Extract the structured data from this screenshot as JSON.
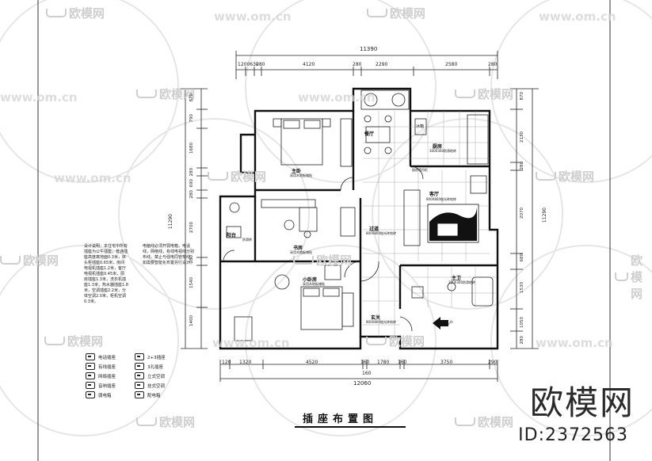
{
  "watermark": {
    "brand": "欧模网",
    "url": "www.om.cn"
  },
  "brand": {
    "logo": "欧模网",
    "id": "ID:2372563"
  },
  "plan_title": "插座布置图",
  "dimensions": {
    "top_total": "11390",
    "top": [
      "1200",
      "630",
      "280",
      "4120",
      "280",
      "2290",
      "2580",
      "280"
    ],
    "bottom_total": "12060",
    "bottom": [
      "120",
      "1320",
      "4520",
      "160",
      "1780",
      "160",
      "3750",
      "290"
    ],
    "bottom_sub": "160",
    "left_total": "11290",
    "left": [
      "870",
      "790",
      "1680",
      "280",
      "690",
      "280",
      "2700",
      "280",
      "1540",
      "1400"
    ],
    "right_total": "11290",
    "right": [
      "870",
      "2130",
      "280",
      "2070",
      "680",
      "1530",
      "1050",
      "280"
    ]
  },
  "rooms": {
    "master": "主卧",
    "master_note": "采用木地板铺贴",
    "dining": "餐厅",
    "kitchen": "厨房",
    "kitchen_note": "300X300防滑地砖",
    "fridge": "冰箱",
    "cabinet_note": "厨房墙吊柜",
    "living": "客厅",
    "living_note": "800X800抛光砖地砖",
    "aisle": "过道",
    "aisle_note": "800X800抛光砖地砖",
    "balcony": "阳台",
    "balcony_note": "防滑砖",
    "study": "书房",
    "study_note": "采用木地板铺贴",
    "second": "小卧房",
    "second_note": "采用木地板铺贴",
    "bath": "主卫",
    "bath_note": "300X300防滑地砖",
    "foyer": "玄关",
    "foyer_note": "800X800抛光砖地砖",
    "entry": "入户"
  },
  "notes": {
    "left": "设计说明：本住宅中所有插座为公牛插座，普通插座高度离地面0.3米，床头柜插座0.65米，房间电视机插座1.2米，客厅电视机插座0.45米，厨房插座1.3米，洗衣机插座1.3米，热水器插座1.8米，空调插座2.2米，分体空调2.0米，柜机空调0.3米。",
    "right": "电脑线必须开弱电箱，电话线，网络线，有线电视线分别布线，禁止与强电同管穿线，如需要智能化布置另行设计。"
  },
  "legend": [
    {
      "sym": "电话插座",
      "label": "电话插座"
    },
    {
      "sym": "2+3插座",
      "label": "2+3插座"
    },
    {
      "sym": "有线插座",
      "label": "有线插座"
    },
    {
      "sym": "3孔插座",
      "label": "3孔插座"
    },
    {
      "sym": "网络插座",
      "label": "网络插座"
    },
    {
      "sym": "立式空调",
      "label": "立式空调"
    },
    {
      "sym": "音响插座",
      "label": "音响插座"
    },
    {
      "sym": "挂式空调",
      "label": "挂式空调"
    },
    {
      "sym": "弱电箱",
      "label": "弱电箱"
    },
    {
      "sym": "配电箱",
      "label": "配电箱"
    }
  ]
}
